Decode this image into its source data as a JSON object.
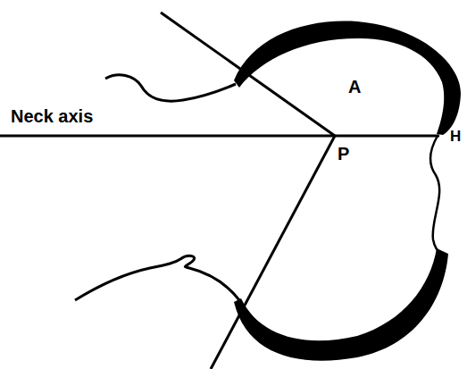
{
  "diagram": {
    "labels": [
      "Neck axis",
      "A",
      "P",
      "H"
    ]
  }
}
